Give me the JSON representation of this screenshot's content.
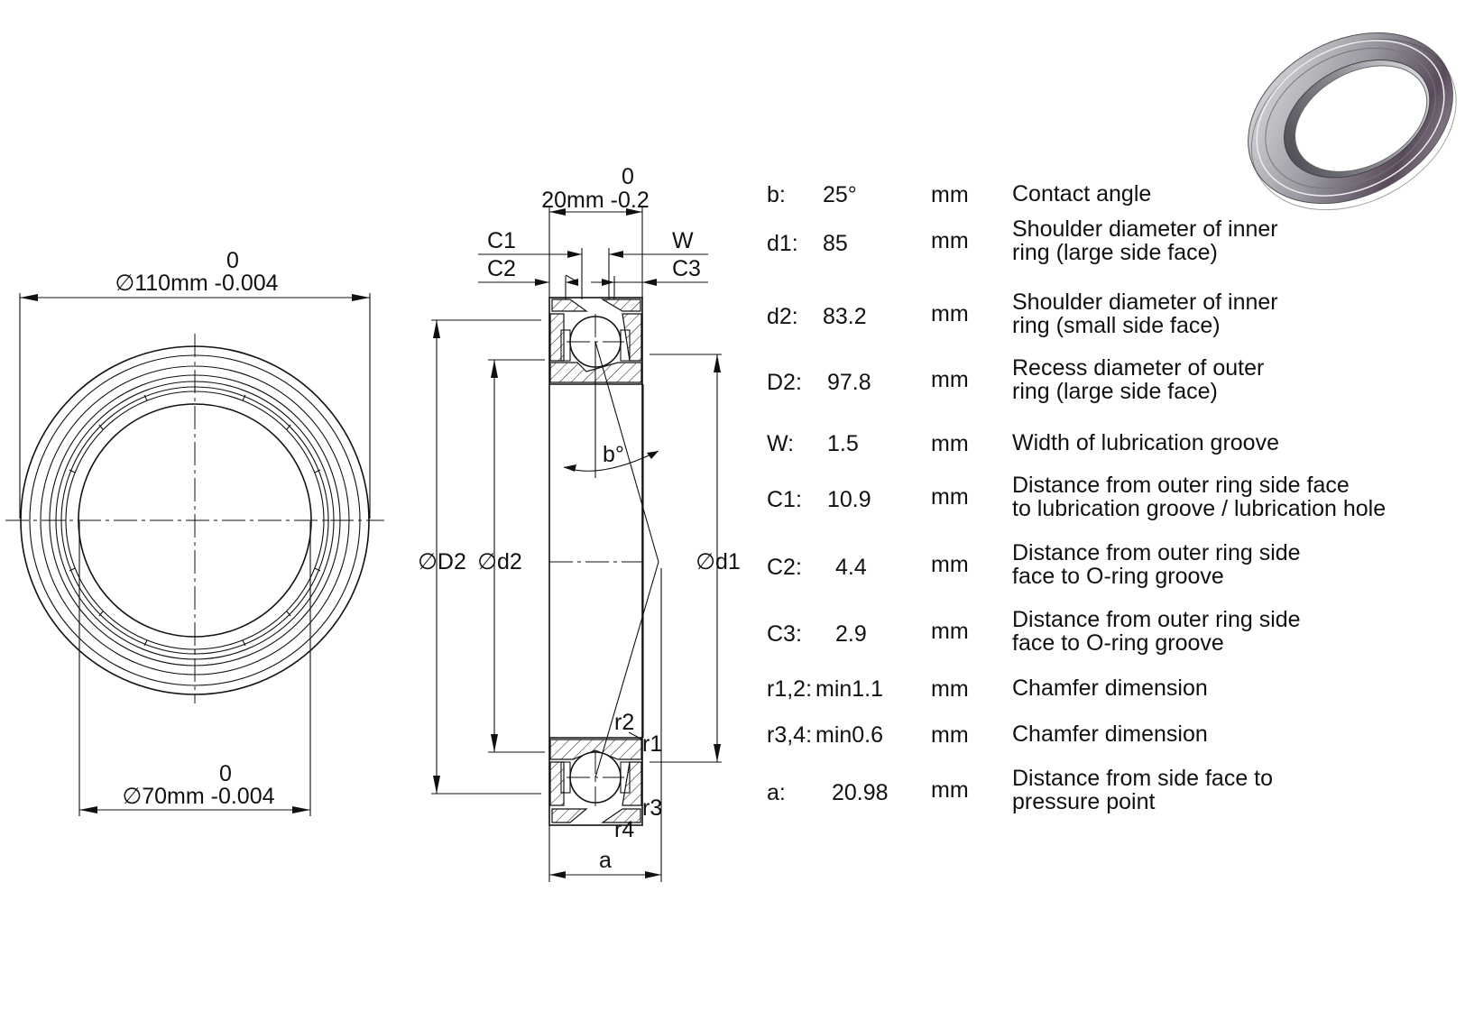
{
  "front_view": {
    "outer_diameter": {
      "upper": "0",
      "label": "∅110mm -0.004"
    },
    "inner_diameter": {
      "upper": "0",
      "label": "∅70mm -0.004"
    }
  },
  "section_view": {
    "width": {
      "upper": "0",
      "label": "20mm -0.2"
    },
    "labels": {
      "C1": "C1",
      "C2": "C2",
      "W": "W",
      "C3": "C3",
      "D2": "∅D2",
      "d2": "∅d2",
      "d1": "∅d1",
      "b": "b°",
      "r1": "r1",
      "r2": "r2",
      "r3": "r3",
      "r4": "r4",
      "a": "a"
    }
  },
  "specs": [
    {
      "symbol": "b:",
      "value": "25°",
      "unit": "mm",
      "desc": "Contact angle"
    },
    {
      "symbol": "d1:",
      "value": "85",
      "unit": "mm",
      "desc": "Shoulder diameter of inner\nring (large side face)"
    },
    {
      "symbol": "d2:",
      "value": "83.2",
      "unit": "mm",
      "desc": "Shoulder diameter of inner\nring (small side face)"
    },
    {
      "symbol": "D2:",
      "value": "97.8",
      "unit": "mm",
      "desc": "Recess diameter of outer\nring (large side face)"
    },
    {
      "symbol": "W:",
      "value": "1.5",
      "unit": "mm",
      "desc": "Width of lubrication groove"
    },
    {
      "symbol": "C1:",
      "value": "10.9",
      "unit": "mm",
      "desc": "Distance from outer ring side face\nto lubrication groove / lubrication hole"
    },
    {
      "symbol": "C2:",
      "value": "4.4",
      "unit": "mm",
      "desc": "Distance from outer ring side\nface to O-ring groove"
    },
    {
      "symbol": "C3:",
      "value": "2.9",
      "unit": "mm",
      "desc": "Distance from outer ring side\nface to O-ring groove"
    },
    {
      "symbol": "r1,2:",
      "value": "min1.1",
      "unit": "mm",
      "desc": "Chamfer dimension"
    },
    {
      "symbol": "r3,4:",
      "value": "min0.6",
      "unit": "mm",
      "desc": "Chamfer dimension"
    },
    {
      "symbol": "a:",
      "value": "20.98",
      "unit": "mm",
      "desc": "Distance from side face to\npressure point"
    }
  ]
}
